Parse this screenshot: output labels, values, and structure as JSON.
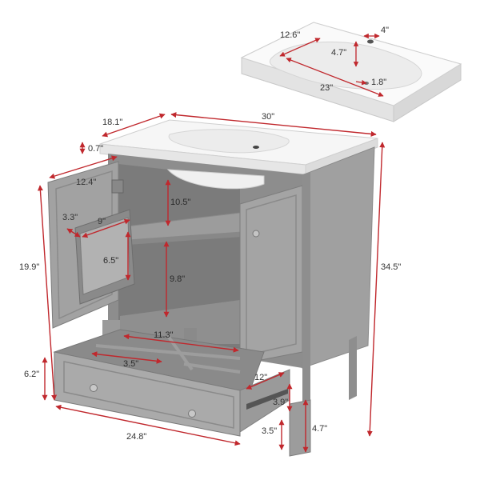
{
  "colors": {
    "cabinet": "#9a9a9a",
    "cabinet_dark": "#7f7f7f",
    "cabinet_light": "#b3b3b3",
    "sink": "#f4f4f4",
    "dimension_line": "#c0282d"
  },
  "dimensions": {
    "sink_depth": "12.6\"",
    "sink_faucet_width": "4\"",
    "sink_bowl_front": "4.7\"",
    "sink_bowl_width": "23\"",
    "sink_drain": "1.8\"",
    "cabinet_depth": "18.1\"",
    "cabinet_width": "30\"",
    "top_thickness": "0.7\"",
    "door_width": "12.4\"",
    "upper_clearance": "10.5\"",
    "shelf_depth": "3.3\"",
    "shelf_width": "9\"",
    "shelf_height": "6.5\"",
    "lower_clearance": "9.8\"",
    "door_height": "19.9\"",
    "overall_height": "34.5\"",
    "drawer_inner_width": "11.3\"",
    "drawer_divider": "3.5\"",
    "drawer_height": "6.2\"",
    "drawer_depth": "12\"",
    "drawer_box_height": "3.9\"",
    "leg_height": "4.7\"",
    "leg_gap": "3.5\"",
    "drawer_width": "24.8\""
  }
}
